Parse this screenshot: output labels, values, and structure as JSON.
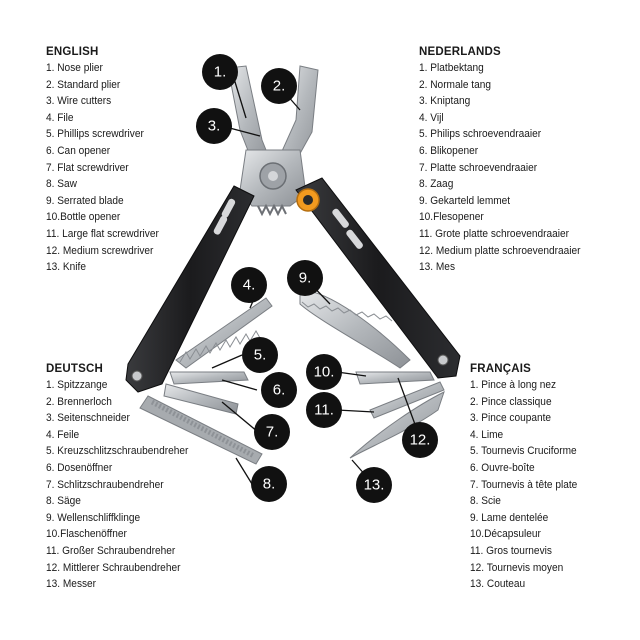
{
  "legends": {
    "english": {
      "title": "ENGLISH",
      "items": [
        "1. Nose plier",
        "2. Standard plier",
        "3. Wire cutters",
        "4. File",
        "5. Phillips screwdriver",
        "6. Can opener",
        "7. Flat screwdriver",
        "8. Saw",
        "9. Serrated blade",
        "10.Bottle opener",
        "11. Large flat screwdriver",
        "12. Medium screwdriver",
        "13. Knife"
      ]
    },
    "nederlands": {
      "title": "NEDERLANDS",
      "items": [
        "1. Platbektang",
        "2. Normale tang",
        "3. Kniptang",
        "4. Vijl",
        "5. Philips schroevendraaier",
        "6. Blikopener",
        "7. Platte schroevendraaier",
        "8. Zaag",
        "9. Gekarteld lemmet",
        "10.Flesopener",
        "11. Grote platte schroevendraaier",
        "12. Medium platte schroevendraaier",
        "13. Mes"
      ]
    },
    "deutsch": {
      "title": "DEUTSCH",
      "items": [
        "1. Spitzzange",
        "2. Brennerloch",
        "3. Seitenschneider",
        "4. Feile",
        "5. Kreuzschlitzschraubendreher",
        "6. Dosenöffner",
        "7. Schlitzschraubendreher",
        "8. Säge",
        "9. Wellenschliffklinge",
        "10.Flaschenöffner",
        "11. Großer Schraubendreher",
        "12. Mittlerer Schraubendreher",
        "13. Messer"
      ]
    },
    "francais": {
      "title": "FRANÇAIS",
      "items": [
        "1. Pince à long nez",
        "2. Pince classique",
        "3. Pince coupante",
        "4. Lime",
        "5. Tournevis Cruciforme",
        "6. Ouvre-boîte",
        "7. Tournevis à tête plate",
        "8. Scie",
        "9. Lame dentelée",
        "10.Décapsuleur",
        "11. Gros tournevis",
        "12. Tournevis moyen",
        "13. Couteau"
      ]
    }
  },
  "callouts": [
    "1.",
    "2.",
    "3.",
    "4.",
    "5.",
    "6.",
    "7.",
    "8.",
    "9.",
    "10.",
    "11.",
    "12.",
    "13."
  ],
  "colors": {
    "handle": "#1c1c1e",
    "steel": "#b9bcc0",
    "accent": "#f29a1f",
    "badge": "#111111"
  }
}
